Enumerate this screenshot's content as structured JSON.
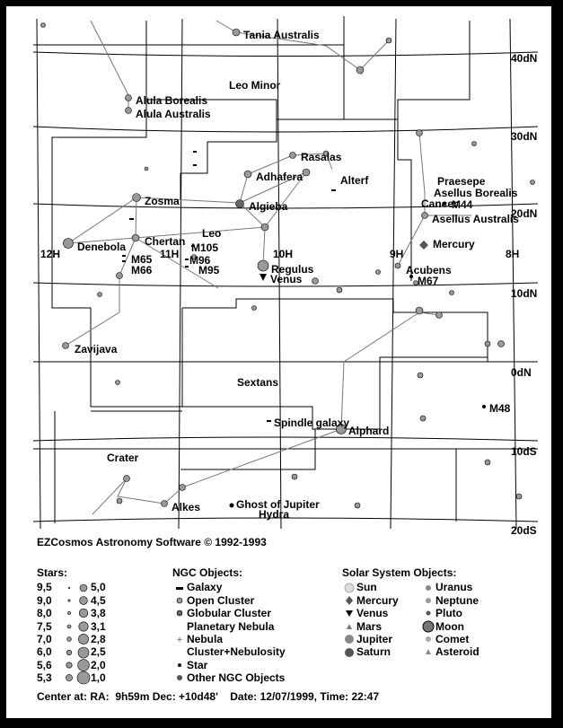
{
  "grid": {
    "ra_labels": [
      "12H",
      "11H",
      "10H",
      "9H",
      "8H"
    ],
    "dec_labels": [
      "40dN",
      "30dN",
      "20dN",
      "10dN",
      "0dN",
      "10dS",
      "20dS"
    ]
  },
  "labels": [
    {
      "id": "tania-australis",
      "text": "Tania Australis"
    },
    {
      "id": "leo-minor",
      "text": "Leo Minor"
    },
    {
      "id": "alula-borealis",
      "text": "Alula Borealis"
    },
    {
      "id": "alula-australis",
      "text": "Alula Australis"
    },
    {
      "id": "rasalas",
      "text": "Rasalas"
    },
    {
      "id": "adhafera",
      "text": "Adhafera"
    },
    {
      "id": "alterf",
      "text": "Alterf"
    },
    {
      "id": "praesepe",
      "text": "Praesepe"
    },
    {
      "id": "asellus-borealis",
      "text": "Asellus Borealis"
    },
    {
      "id": "cancer",
      "text": "Cancer"
    },
    {
      "id": "m44",
      "text": "M44"
    },
    {
      "id": "asellus-australis",
      "text": "Asellus Australis"
    },
    {
      "id": "zosma",
      "text": "Zosma"
    },
    {
      "id": "algieba",
      "text": "Algieba"
    },
    {
      "id": "leo",
      "text": "Leo"
    },
    {
      "id": "chertan",
      "text": "Chertan"
    },
    {
      "id": "m105",
      "text": "M105"
    },
    {
      "id": "denebola",
      "text": "Denebola"
    },
    {
      "id": "m65",
      "text": "M65"
    },
    {
      "id": "m66",
      "text": "M66"
    },
    {
      "id": "m96",
      "text": "M96"
    },
    {
      "id": "m95",
      "text": "M95"
    },
    {
      "id": "regulus",
      "text": "Regulus"
    },
    {
      "id": "venus",
      "text": "Venus"
    },
    {
      "id": "mercury",
      "text": "Mercury"
    },
    {
      "id": "acubens",
      "text": "Acubens"
    },
    {
      "id": "m67",
      "text": "M67"
    },
    {
      "id": "zavijava",
      "text": "Zavijava"
    },
    {
      "id": "sextans",
      "text": "Sextans"
    },
    {
      "id": "m48",
      "text": "M48"
    },
    {
      "id": "spindle-galaxy",
      "text": "Spindle galaxy"
    },
    {
      "id": "alphard",
      "text": "Alphard"
    },
    {
      "id": "crater",
      "text": "Crater"
    },
    {
      "id": "ghost-of-jupiter",
      "text": "Ghost of Jupiter"
    },
    {
      "id": "alkes",
      "text": "Alkes"
    },
    {
      "id": "hydra",
      "text": "Hydra"
    }
  ],
  "copyright": "EZCosmos Astronomy Software © 1992-1993",
  "legend": {
    "stars_title": "Stars:",
    "stars": [
      {
        "left": "9,5",
        "right": "5,0"
      },
      {
        "left": "9,0",
        "right": "4,5"
      },
      {
        "left": "8,0",
        "right": "3,8"
      },
      {
        "left": "7,5",
        "right": "3,1"
      },
      {
        "left": "7,0",
        "right": "2,8"
      },
      {
        "left": "6,0",
        "right": "2,5"
      },
      {
        "left": "5,6",
        "right": "2,0"
      },
      {
        "left": "5,3",
        "right": "1,0"
      }
    ],
    "ngc_title": "NGC Objects:",
    "ngc": [
      {
        "icon": "galaxy-icon",
        "label": "Galaxy"
      },
      {
        "icon": "open-cluster-icon",
        "label": "Open Cluster"
      },
      {
        "icon": "globular-cluster-icon",
        "label": "Globular Cluster"
      },
      {
        "icon": "none",
        "label": "Planetary Nebula"
      },
      {
        "icon": "nebula-icon",
        "label": "Nebula"
      },
      {
        "icon": "none",
        "label": "Cluster+Nebulosity"
      },
      {
        "icon": "star-icon",
        "label": "Star"
      },
      {
        "icon": "other-ngc-icon",
        "label": "Other NGC Objects"
      }
    ],
    "solar_title": "Solar System Objects:",
    "solar_left": [
      {
        "icon": "sun-icon",
        "label": "Sun"
      },
      {
        "icon": "mercury-icon",
        "label": "Mercury"
      },
      {
        "icon": "venus-icon",
        "label": "Venus"
      },
      {
        "icon": "mars-icon",
        "label": "Mars"
      },
      {
        "icon": "jupiter-icon",
        "label": "Jupiter"
      },
      {
        "icon": "saturn-icon",
        "label": "Saturn"
      }
    ],
    "solar_right": [
      {
        "icon": "uranus-icon",
        "label": "Uranus"
      },
      {
        "icon": "neptune-icon",
        "label": "Neptune"
      },
      {
        "icon": "pluto-icon",
        "label": "Pluto"
      },
      {
        "icon": "moon-icon",
        "label": "Moon"
      },
      {
        "icon": "comet-icon",
        "label": "Comet"
      },
      {
        "icon": "asteroid-icon",
        "label": "Asteroid"
      }
    ]
  },
  "footer": "Center at: RA:  9h59m Dec: +10d48'    Date: 12/07/1999, Time: 22:47"
}
